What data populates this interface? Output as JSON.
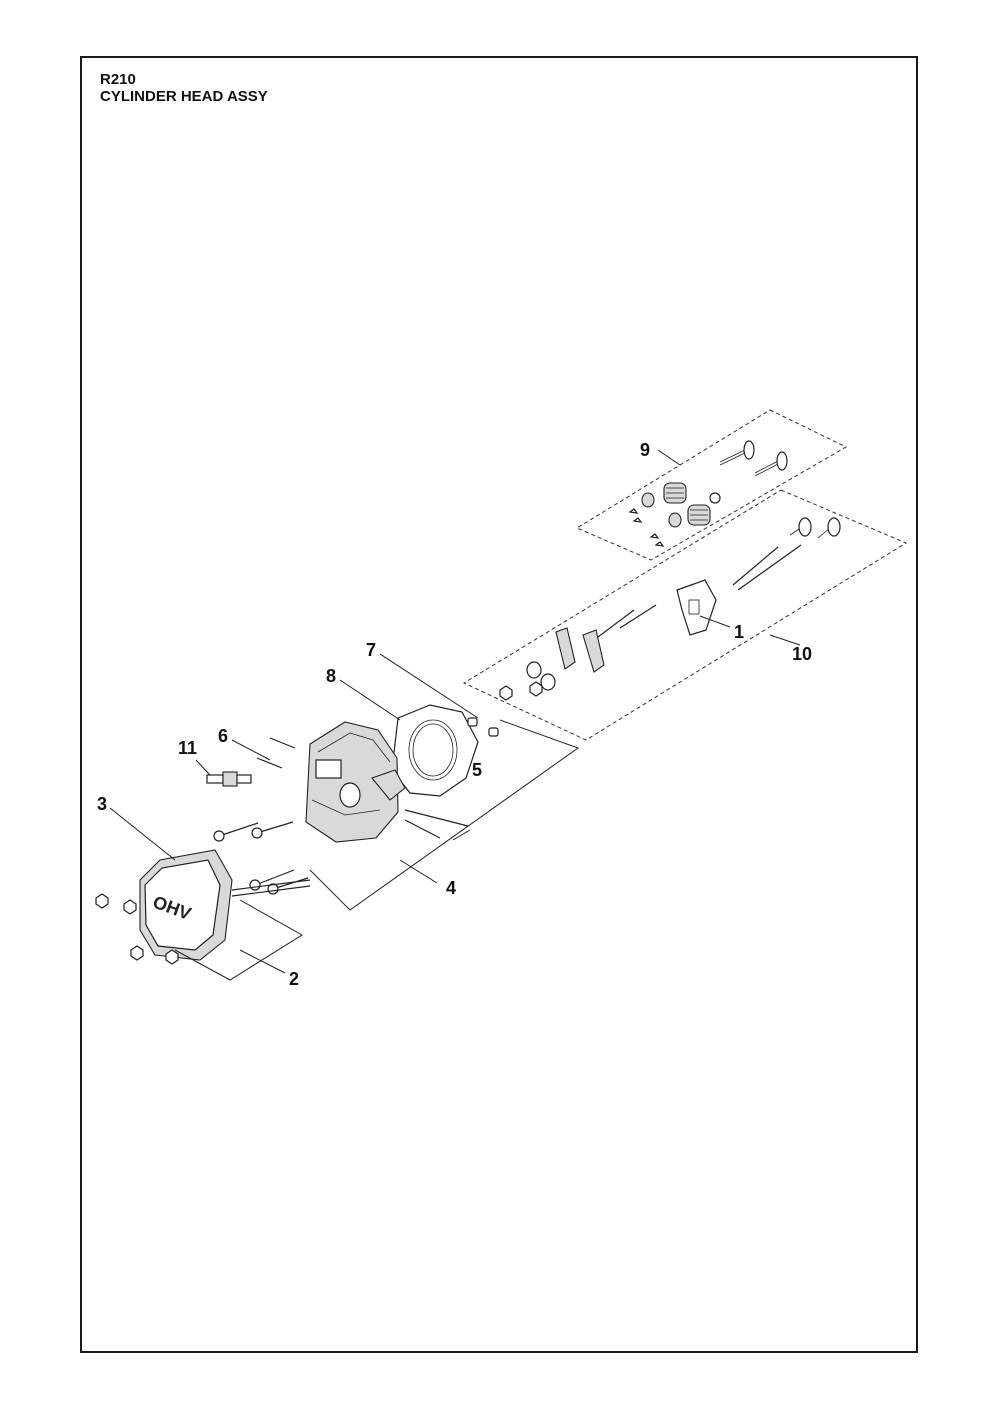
{
  "header": {
    "code": "R210",
    "title": "CYLINDER HEAD ASSY"
  },
  "diagram": {
    "callouts": [
      "1",
      "2",
      "3",
      "4",
      "5",
      "6",
      "7",
      "8",
      "9",
      "10",
      "11"
    ],
    "cover_text": "OHV"
  }
}
